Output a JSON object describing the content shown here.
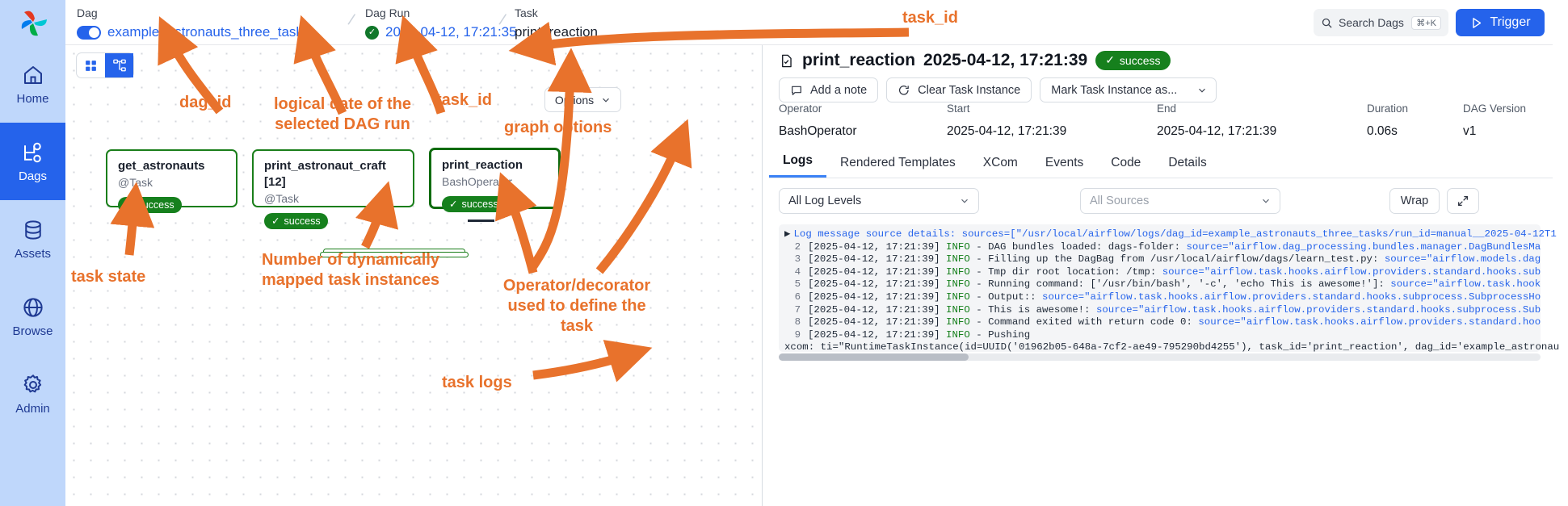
{
  "sidebar": {
    "logo_name": "airflow-logo",
    "items": [
      {
        "label": "Home",
        "icon": "home-icon",
        "active": false
      },
      {
        "label": "Dags",
        "icon": "dag-icon",
        "active": true
      },
      {
        "label": "Assets",
        "icon": "database-icon",
        "active": false
      },
      {
        "label": "Browse",
        "icon": "globe-icon",
        "active": false
      },
      {
        "label": "Admin",
        "icon": "gear-icon",
        "active": false
      }
    ]
  },
  "topbar": {
    "dag": {
      "label": "Dag",
      "value": "example_astronauts_three_tasks",
      "toggle_on": true
    },
    "dag_run": {
      "label": "Dag Run",
      "value": "2025-04-12, 17:21:35",
      "state": "success"
    },
    "task": {
      "label": "Task",
      "value": "print_reaction"
    },
    "search": {
      "placeholder": "Search Dags",
      "shortcut": "⌘+K",
      "icon": "search-icon"
    },
    "trigger": {
      "label": "Trigger",
      "icon": "play-icon"
    }
  },
  "graph": {
    "view_toggle": [
      {
        "name": "grid-view",
        "icon": "grid-icon",
        "selected": false
      },
      {
        "name": "graph-view",
        "icon": "graph-icon",
        "selected": true
      }
    ],
    "options_label": "Options",
    "nodes": [
      {
        "title": "get_astronauts",
        "subtitle": "@Task",
        "state": "success",
        "selected": false,
        "mapped": false
      },
      {
        "title": "print_astronaut_craft [12]",
        "subtitle": "@Task",
        "state": "success",
        "selected": false,
        "mapped": true
      },
      {
        "title": "print_reaction",
        "subtitle": "BashOperator",
        "state": "success",
        "selected": true,
        "mapped": false
      }
    ]
  },
  "details": {
    "task_id": "print_reaction",
    "run_date": "2025-04-12, 17:21:39",
    "state": "success",
    "doc_icon": "document-icon",
    "actions": [
      {
        "label": "Add a note",
        "icon": "comment-icon"
      },
      {
        "label": "Clear Task Instance",
        "icon": "refresh-icon"
      },
      {
        "label": "Mark Task Instance as...",
        "icon": "chevron-down-icon"
      }
    ],
    "meta": [
      {
        "header": "Operator",
        "value": "BashOperator"
      },
      {
        "header": "Start",
        "value": "2025-04-12, 17:21:39"
      },
      {
        "header": "End",
        "value": "2025-04-12, 17:21:39"
      },
      {
        "header": "Duration",
        "value": "0.06s"
      },
      {
        "header": "DAG Version",
        "value": "v1"
      }
    ],
    "tabs": [
      {
        "label": "Logs",
        "active": true
      },
      {
        "label": "Rendered Templates",
        "active": false
      },
      {
        "label": "XCom",
        "active": false
      },
      {
        "label": "Events",
        "active": false
      },
      {
        "label": "Code",
        "active": false
      },
      {
        "label": "Details",
        "active": false
      }
    ],
    "log_controls": {
      "level": "All Log Levels",
      "sources": "All Sources",
      "wrap": "Wrap",
      "expand_icon": "expand-icon"
    },
    "log": {
      "header": "Log message source details: sources=[\"/usr/local/airflow/logs/dag_id=example_astronauts_three_tasks/run_id=manual__2025-04-12T1",
      "lines": [
        {
          "no": "2",
          "time": "[2025-04-12, 17:21:39]",
          "level": "INFO",
          "msg": "- DAG bundles loaded: dags-folder:",
          "src": "source=\"airflow.dag_processing.bundles.manager.DagBundlesMa"
        },
        {
          "no": "3",
          "time": "[2025-04-12, 17:21:39]",
          "level": "INFO",
          "msg": "- Filling up the DagBag from /usr/local/airflow/dags/learn_test.py:",
          "src": "source=\"airflow.models.dag"
        },
        {
          "no": "4",
          "time": "[2025-04-12, 17:21:39]",
          "level": "INFO",
          "msg": "- Tmp dir root location: /tmp:",
          "src": "source=\"airflow.task.hooks.airflow.providers.standard.hooks.sub"
        },
        {
          "no": "5",
          "time": "[2025-04-12, 17:21:39]",
          "level": "INFO",
          "msg": "- Running command: ['/usr/bin/bash', '-c', 'echo This is awesome!']:",
          "src": "source=\"airflow.task.hook"
        },
        {
          "no": "6",
          "time": "[2025-04-12, 17:21:39]",
          "level": "INFO",
          "msg": "- Output::",
          "src": "source=\"airflow.task.hooks.airflow.providers.standard.hooks.subprocess.SubprocessHo"
        },
        {
          "no": "7",
          "time": "[2025-04-12, 17:21:39]",
          "level": "INFO",
          "msg": "- This is awesome!:",
          "src": "source=\"airflow.task.hooks.airflow.providers.standard.hooks.subprocess.Sub"
        },
        {
          "no": "8",
          "time": "[2025-04-12, 17:21:39]",
          "level": "INFO",
          "msg": "- Command exited with return code 0:",
          "src": "source=\"airflow.task.hooks.airflow.providers.standard.hoo"
        },
        {
          "no": "9",
          "time": "[2025-04-12, 17:21:39]",
          "level": "INFO",
          "msg": "- Pushing",
          "src": ""
        }
      ],
      "tail": "xcom: ti=\"RuntimeTaskInstance(id=UUID('01962b05-648a-7cf2-ae49-795290bd4255'), task_id='print_reaction', dag_id='example_astronau"
    }
  },
  "annotations": {
    "accent_color": "#e8722c",
    "labels": [
      {
        "id": "task-id-top",
        "text": "task_id"
      },
      {
        "id": "dag-id",
        "text": "dag_id"
      },
      {
        "id": "logical-date",
        "text": "logical date of the\nselected DAG run"
      },
      {
        "id": "task-id-mid",
        "text": "task_id"
      },
      {
        "id": "graph-options",
        "text": "graph options"
      },
      {
        "id": "task-state",
        "text": "task state"
      },
      {
        "id": "mapped-instances",
        "text": "Number of dynamically\nmapped task instances"
      },
      {
        "id": "operator-decorator",
        "text": "Operator/decorator\nused to define the\ntask"
      },
      {
        "id": "task-logs",
        "text": "task logs"
      }
    ]
  }
}
